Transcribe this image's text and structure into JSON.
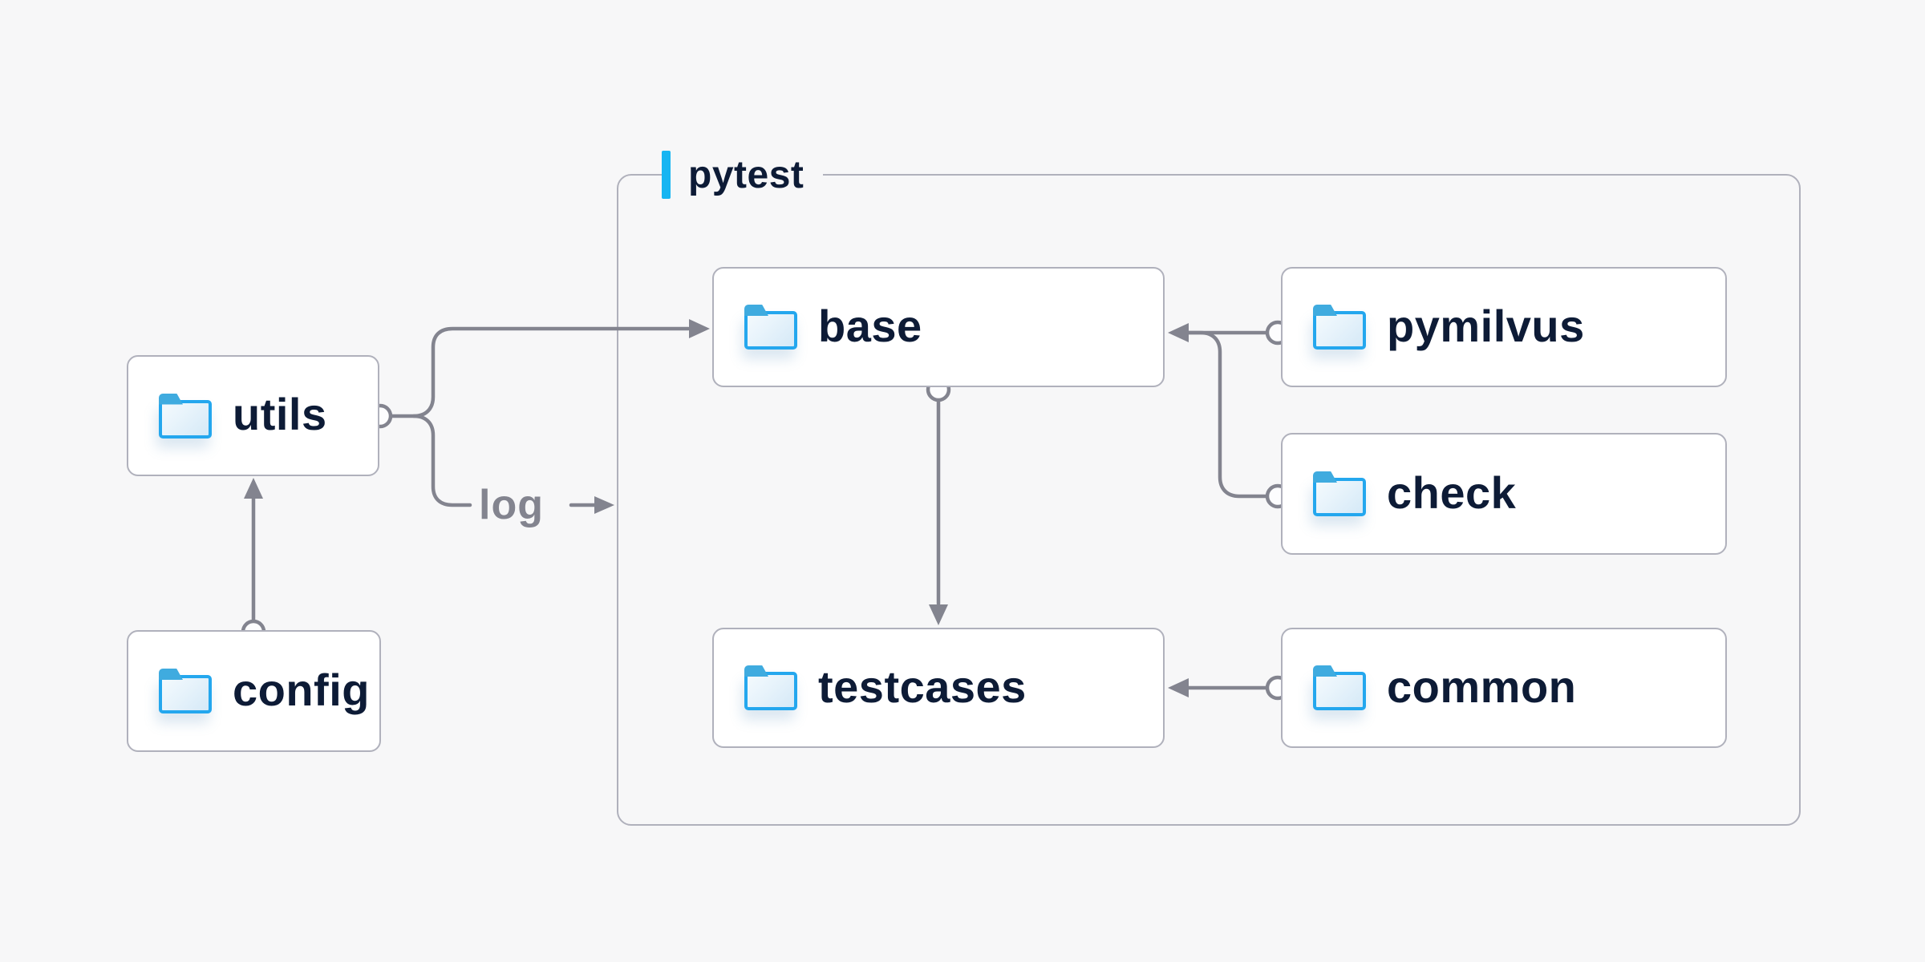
{
  "diagram": {
    "group": {
      "label": "pytest"
    },
    "nodes": [
      {
        "id": "utils",
        "label": "utils",
        "group": null
      },
      {
        "id": "config",
        "label": "config",
        "group": null
      },
      {
        "id": "base",
        "label": "base",
        "group": "pytest"
      },
      {
        "id": "pymilvus",
        "label": "pymilvus",
        "group": "pytest"
      },
      {
        "id": "check",
        "label": "check",
        "group": "pytest"
      },
      {
        "id": "testcases",
        "label": "testcases",
        "group": "pytest"
      },
      {
        "id": "common",
        "label": "common",
        "group": "pytest"
      }
    ],
    "edges": [
      {
        "from": "config",
        "to": "utils",
        "label": ""
      },
      {
        "from": "utils",
        "to": "base",
        "label": ""
      },
      {
        "from": "utils",
        "to": "pytest",
        "label": "log"
      },
      {
        "from": "pymilvus",
        "to": "base",
        "label": ""
      },
      {
        "from": "check",
        "to": "base",
        "label": ""
      },
      {
        "from": "base",
        "to": "testcases",
        "label": ""
      },
      {
        "from": "common",
        "to": "testcases",
        "label": ""
      }
    ],
    "icons": {
      "node_icon": "folder-icon",
      "group_marker": "accent-bar"
    },
    "colors": {
      "background": "#f7f7f8",
      "node_fill": "#ffffff",
      "node_border": "#b0b1bc",
      "group_border": "#b0b1bc",
      "accent_blue": "#17b5f2",
      "folder_blue": "#24a7ee",
      "folder_tab_blue": "#3fabdf",
      "folder_fill_light": "#e7f3fb",
      "line_gray": "#83848f",
      "text_dark": "#0d1b36",
      "edge_label_gray": "#83848f"
    }
  }
}
